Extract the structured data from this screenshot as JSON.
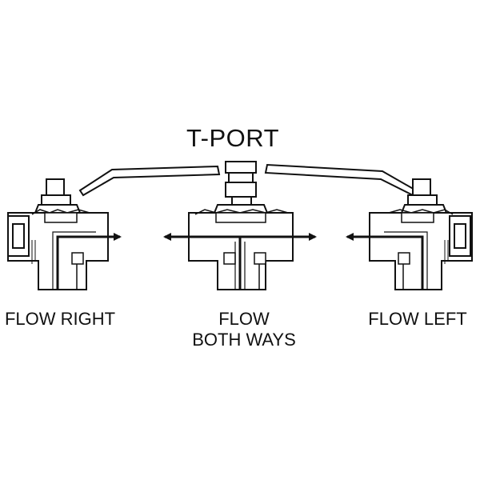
{
  "diagram": {
    "title": "T-PORT",
    "valves": [
      {
        "caption_line1": "FLOW RIGHT",
        "caption_line2": ""
      },
      {
        "caption_line1": "FLOW",
        "caption_line2": "BOTH WAYS"
      },
      {
        "caption_line1": "FLOW LEFT",
        "caption_line2": ""
      }
    ]
  }
}
